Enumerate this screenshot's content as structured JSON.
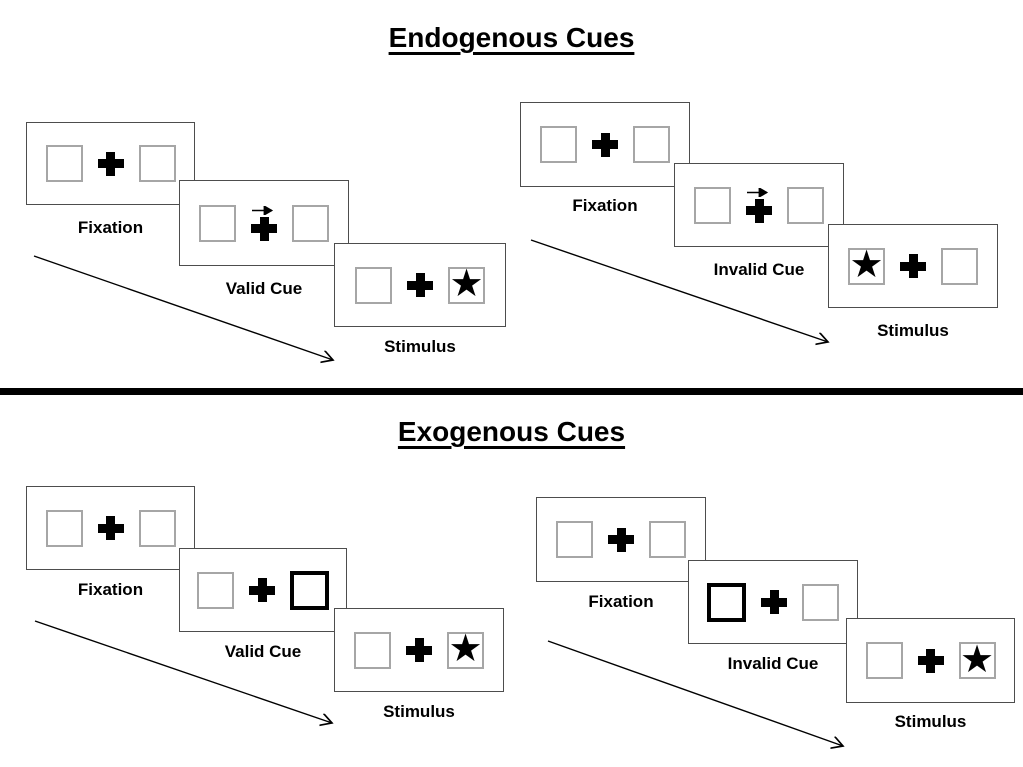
{
  "page": {
    "background": "#ffffff"
  },
  "colors": {
    "ink": "#000000",
    "panel_border": "#4d4d4d",
    "square_border": "#a6a6a6",
    "cue_highlight_border": "#000000"
  },
  "glyphs": {
    "star": "★"
  },
  "icons": {
    "plus-icon": "heavy black cross (fixation point)",
    "right-arrow-icon": "thin rightward arrow above fixation cross (endogenous cue)",
    "star-icon": "★ filled black star (target stimulus)",
    "diagonal-arrow-icon": "thin diagonal arrow showing trial time course"
  },
  "sections": [
    {
      "title": "Endogenous Cues",
      "sequences": [
        {
          "name": "valid",
          "steps": [
            {
              "label": "Fixation",
              "left_box": "empty",
              "right_box": "empty",
              "center": "plus"
            },
            {
              "label": "Valid Cue",
              "left_box": "empty",
              "right_box": "empty",
              "center": "plus with right arrow above"
            },
            {
              "label": "Stimulus",
              "left_box": "empty",
              "right_box": "star",
              "center": "plus"
            }
          ]
        },
        {
          "name": "invalid",
          "steps": [
            {
              "label": "Fixation",
              "left_box": "empty",
              "right_box": "empty",
              "center": "plus"
            },
            {
              "label": "Invalid Cue",
              "left_box": "empty",
              "right_box": "empty",
              "center": "plus with right arrow above"
            },
            {
              "label": "Stimulus",
              "left_box": "star",
              "right_box": "empty",
              "center": "plus"
            }
          ]
        }
      ]
    },
    {
      "title": "Exogenous Cues",
      "sequences": [
        {
          "name": "valid",
          "steps": [
            {
              "label": "Fixation",
              "left_box": "empty",
              "right_box": "empty",
              "center": "plus"
            },
            {
              "label": "Valid Cue",
              "left_box": "empty",
              "right_box": "thick black outline",
              "center": "plus"
            },
            {
              "label": "Stimulus",
              "left_box": "empty",
              "right_box": "star",
              "center": "plus"
            }
          ]
        },
        {
          "name": "invalid",
          "steps": [
            {
              "label": "Fixation",
              "left_box": "empty",
              "right_box": "empty",
              "center": "plus"
            },
            {
              "label": "Invalid Cue",
              "left_box": "thick black outline",
              "right_box": "empty",
              "center": "plus"
            },
            {
              "label": "Stimulus",
              "left_box": "empty",
              "right_box": "star",
              "center": "plus"
            }
          ]
        }
      ]
    }
  ]
}
